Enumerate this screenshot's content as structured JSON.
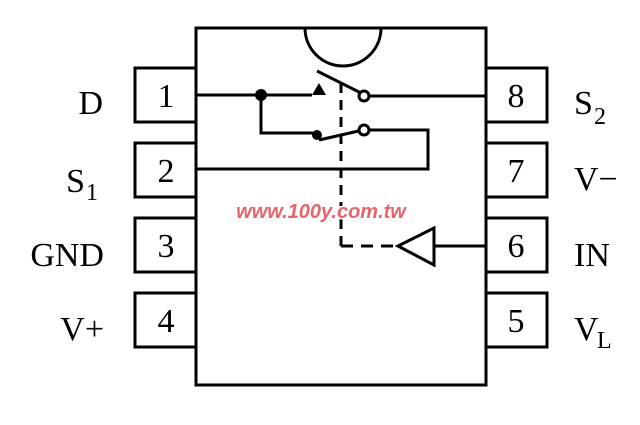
{
  "colors": {
    "line": "#000000",
    "watermark": "#e8646b"
  },
  "watermark": "www.100y.com.tw",
  "pins": {
    "p1": {
      "number": "1",
      "label": "D",
      "sub": ""
    },
    "p2": {
      "number": "2",
      "label": "S",
      "sub": "1"
    },
    "p3": {
      "number": "3",
      "label": "GND",
      "sub": ""
    },
    "p4": {
      "number": "4",
      "label": "V+",
      "sub": ""
    },
    "p5": {
      "number": "5",
      "label": "V",
      "sub": "L"
    },
    "p6": {
      "number": "6",
      "label": "IN",
      "sub": ""
    },
    "p7": {
      "number": "7",
      "label": "V−",
      "sub": ""
    },
    "p8": {
      "number": "8",
      "label": "S",
      "sub": "2"
    }
  }
}
